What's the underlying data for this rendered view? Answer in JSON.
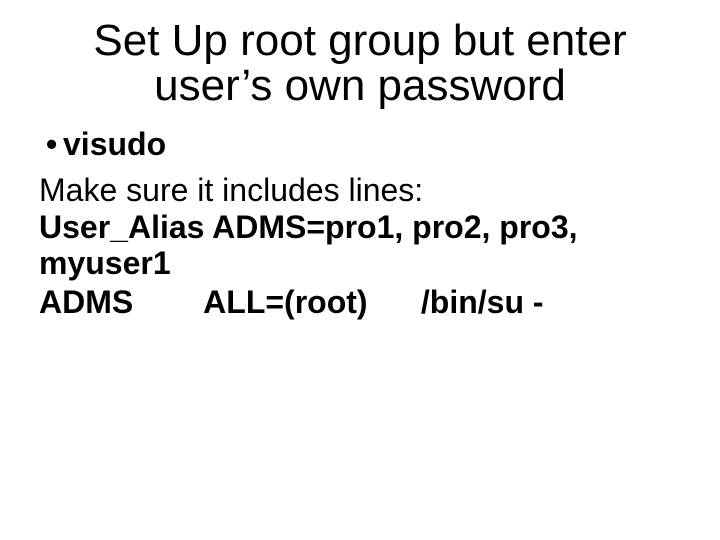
{
  "slide": {
    "title": {
      "line1": "Set Up root group but enter",
      "line2": "user’s own password"
    },
    "bullet_item": {
      "marker": "•",
      "text": "visudo"
    },
    "paragraphs": {
      "intro": "Make sure it includes lines:",
      "user_alias": "User_Alias ADMS=pro1, pro2, pro3, myuser1",
      "adms_rule": "ADMS        ALL=(root)      /bin/su -"
    },
    "colors": {
      "background": "#ffffff",
      "text": "#000000"
    }
  }
}
